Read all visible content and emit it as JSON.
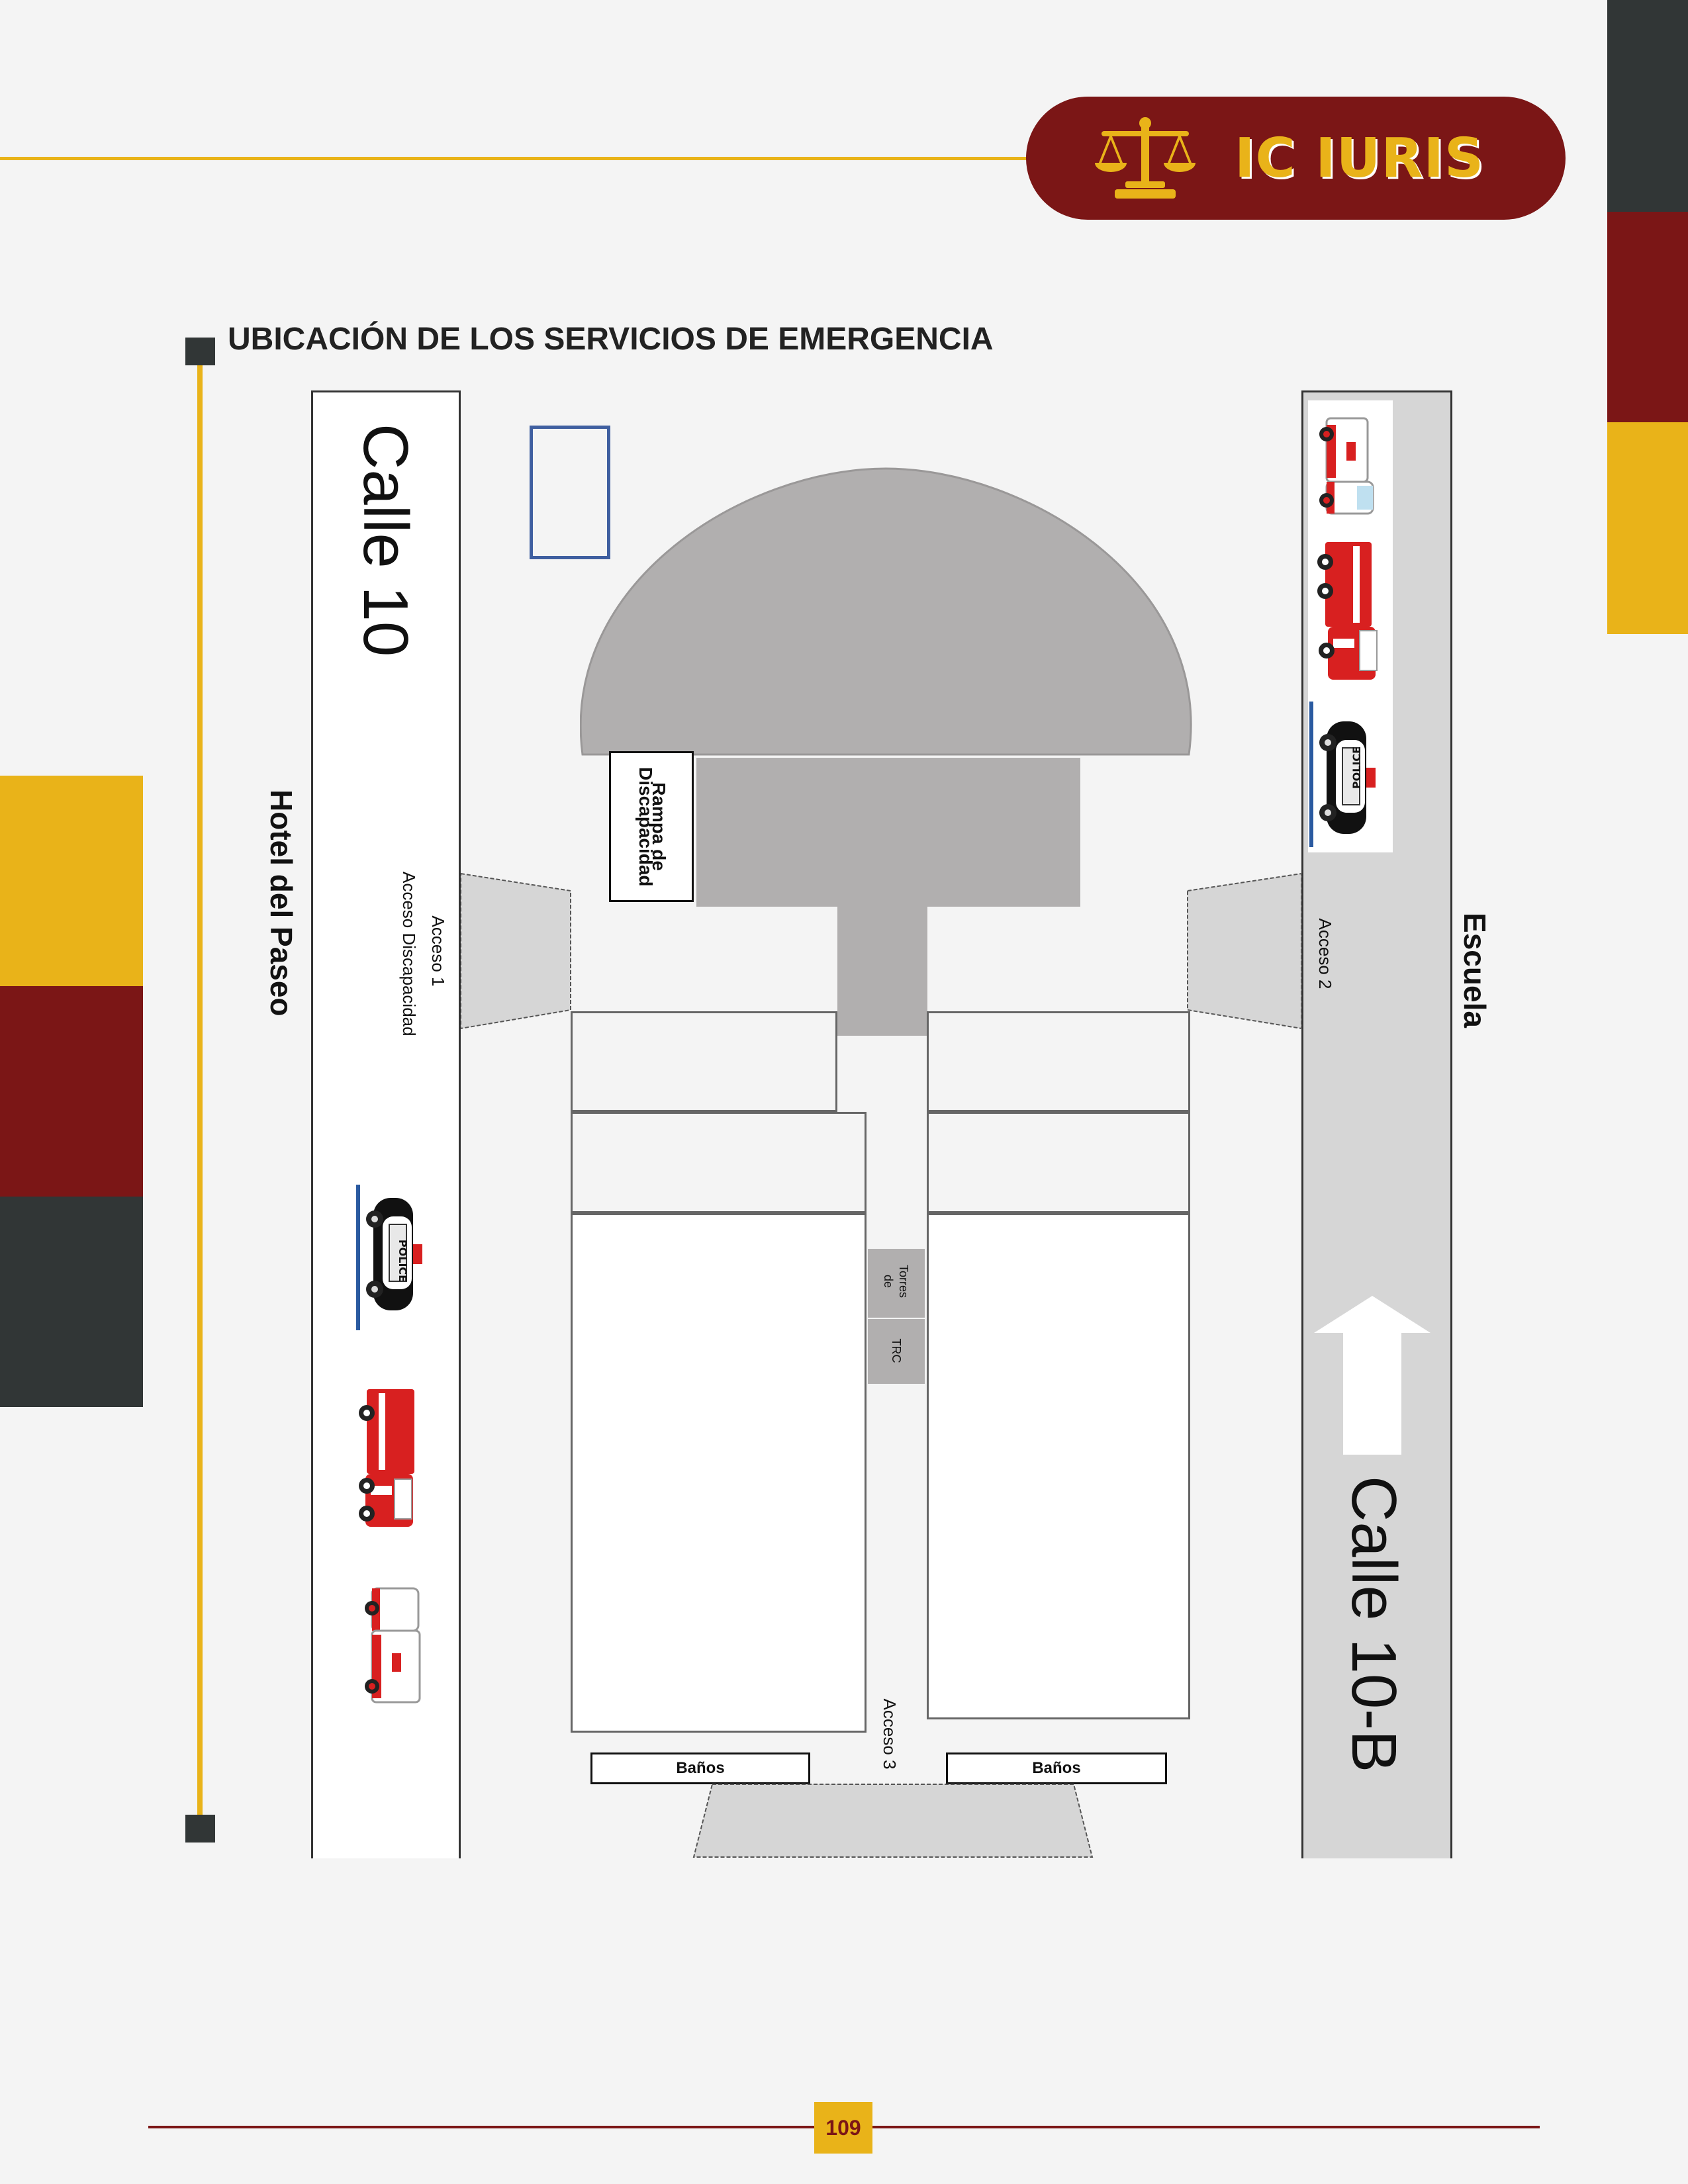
{
  "brand": {
    "name": "IC IURIS"
  },
  "section": {
    "title": "UBICACIÓN DE LOS SERVICIOS DE EMERGENCIA"
  },
  "map": {
    "street_left": "Calle 10",
    "street_right": "Calle 10-B",
    "place_left": "Hotel del Paseo",
    "place_right": "Escuela",
    "access_1_line1": "Acceso 1",
    "access_1_line2": "Acceso Discapacidad",
    "access_2": "Acceso 2",
    "access_3": "Acceso 3",
    "ramp_line1": "Rampa de",
    "ramp_line2": "Discapacidad",
    "towers_line1": "Torres",
    "towers_line2": "de",
    "towers_line3": "TRC",
    "bathroom_left": "Baños",
    "bathroom_right": "Baños",
    "police_plate": "POLICE"
  },
  "footer": {
    "page_number": "109"
  },
  "colors": {
    "maroon": "#7b1616",
    "gold": "#e9b319",
    "charcoal": "#313636",
    "building_gray": "#b1afaf",
    "street_gray": "#d6d6d6"
  }
}
